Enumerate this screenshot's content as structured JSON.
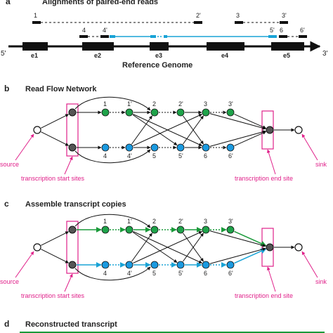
{
  "colors": {
    "green_node": "#1fa34a",
    "blue_node": "#1b9ae0",
    "dark_node": "#555555",
    "magenta": "#e0218a",
    "cyan_read": "#19a3d6",
    "green_path": "#1a9a3a",
    "black": "#111111"
  },
  "panel_a": {
    "letter": "a",
    "title": "Alignments of paired-end reads",
    "read_labels": [
      "1",
      "2'",
      "3",
      "3'",
      "4",
      "4'",
      "5'",
      "6",
      "6'"
    ],
    "exon_labels": [
      "e1",
      "e2",
      "e3",
      "e4",
      "e5"
    ],
    "end5": "5'",
    "end3": "3'",
    "genome_label": "Reference Genome"
  },
  "panel_b": {
    "letter": "b",
    "title": "Read Flow Network",
    "top_labels": [
      "1",
      "1'",
      "2",
      "2'",
      "3",
      "3'"
    ],
    "bottom_labels": [
      "4",
      "4'",
      "5",
      "5'",
      "6",
      "6'"
    ],
    "source": "source",
    "sink": "sink",
    "start_sites": "transcription start sites",
    "end_site": "transcription end site"
  },
  "panel_c": {
    "letter": "c",
    "title": "Assemble transcript copies",
    "top_labels": [
      "1",
      "1'",
      "2",
      "2'",
      "3",
      "3'"
    ],
    "bottom_labels": [
      "4",
      "4'",
      "5",
      "5'",
      "6",
      "6'"
    ],
    "source": "source",
    "sink": "sink",
    "start_sites": "transcription start sites",
    "end_site": "transcription end site"
  },
  "panel_d": {
    "letter": "d",
    "title": "Reconstructed transcript"
  }
}
